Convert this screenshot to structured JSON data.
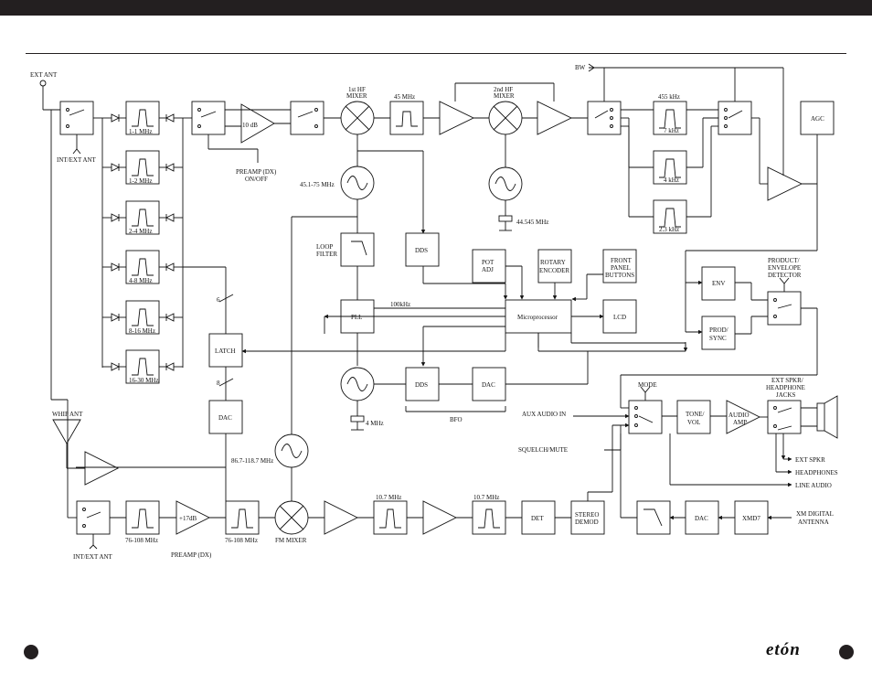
{
  "blocks": {
    "ext_ant": "EXT ANT",
    "int_ext_ant_top": "INT/EXT ANT",
    "bands": [
      "1-1 MHz",
      "1-2 MHz",
      "2-4 MHz",
      "4-8 MHz",
      "8-16 MHz",
      "16-30 MHz"
    ],
    "attenuator": "10 dB",
    "preamp_dx_on_off": [
      "PREAMP (DX)",
      "ON/OFF"
    ],
    "mixer1": [
      "1st HF",
      "MIXER"
    ],
    "filter_45": "45 MHz",
    "mixer2": [
      "2nd HF",
      "MIXER"
    ],
    "bw": "BW",
    "if_455": "455 kHz",
    "bw_7": "7 kHz",
    "bw_4": "4 kHz",
    "bw_23": "2.3 kHz",
    "agc": "AGC",
    "lo1": "45.1-75 MHz",
    "lo2": "44.545 MHz",
    "loop_filter": [
      "LOOP",
      "FILTER"
    ],
    "dds_top": "DDS",
    "pot_adj": [
      "POT",
      "ADJ"
    ],
    "rotary_encoder": [
      "ROTARY",
      "ENCODER"
    ],
    "front_panel": [
      "FRONT",
      "PANEL",
      "BUTTONS"
    ],
    "product_env": [
      "PRODUCT/",
      "ENVELOPE",
      "DETECTOR"
    ],
    "env": "ENV",
    "prod_sync": [
      "PROD/",
      "SYNC"
    ],
    "pll": "PLL",
    "ref_100k": "100kHz",
    "micro": "Microprocessor",
    "lcd": "LCD",
    "latch": "LATCH",
    "bus6": "6",
    "bus8": "8",
    "dac_tune": "DAC",
    "xtal_4m": "4 MHz",
    "dds_bfo": "DDS",
    "dac_bfo": "DAC",
    "bfo": "BFO",
    "mode": "MODE",
    "aux_in": "AUX AUDIO IN",
    "squelch": "SQUELCH/MUTE",
    "tone_vol": [
      "TONE/",
      "VOL"
    ],
    "audio_amp": [
      "AUDIO",
      "AMP"
    ],
    "spkr_jacks": [
      "EXT SPKR/",
      "HEADPHONE",
      "JACKS"
    ],
    "ext_spkr": "EXT SPKR",
    "headphones": "HEADPHONES",
    "line_audio": "LINE AUDIO",
    "whip_ant": "WHIP ANT",
    "fm_vco": "86.7-118.7 MHz",
    "int_ext_ant_bottom": "INT/EXT ANT",
    "fm_band1": "76-108 MHz",
    "fm_gain": "+17dB",
    "preamp_dx": "PREAMP (DX)",
    "fm_band2": "76-108 MHz",
    "fm_mixer": "FM MIXER",
    "fm_if1": "10.7 MHz",
    "fm_if2": "10.7 MHz",
    "det": "DET",
    "stereo_demod": [
      "STEREO",
      "DEMOD"
    ],
    "dac_xm": "DAC",
    "xmd7": "XMD7",
    "xm_ant": [
      "XM DIGITAL",
      "ANTENNA"
    ]
  },
  "brand": "etón"
}
